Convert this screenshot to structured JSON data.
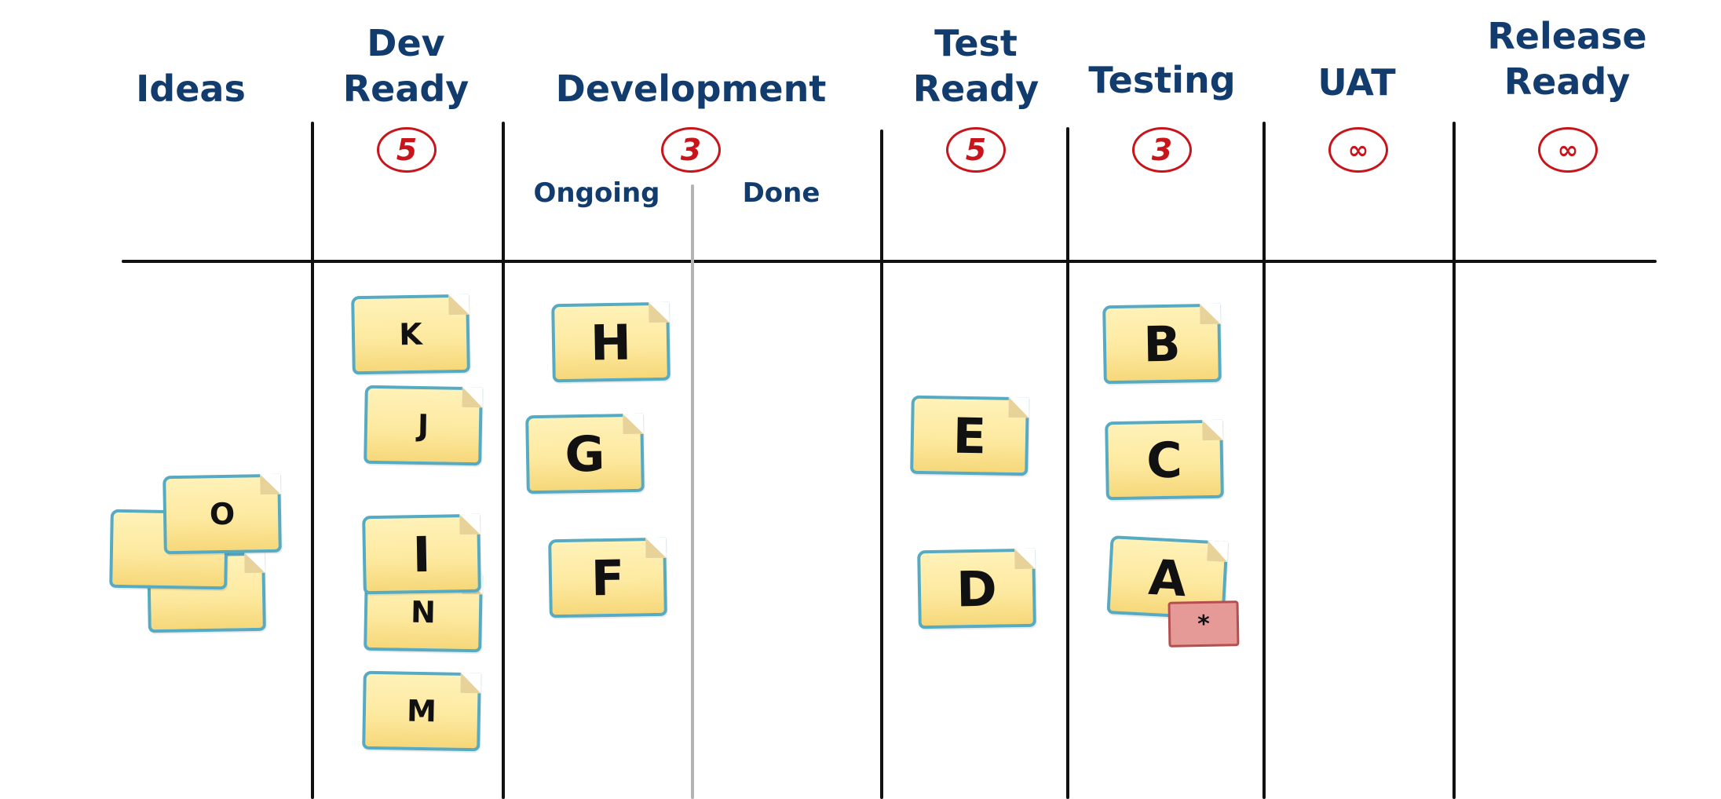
{
  "columns": {
    "ideas": {
      "title": "Ideas"
    },
    "dev_ready": {
      "title": "Dev\nReady",
      "wip": "5"
    },
    "development": {
      "title": "Development",
      "wip": "3",
      "sub": {
        "ongoing": "Ongoing",
        "done": "Done"
      }
    },
    "test_ready": {
      "title": "Test\nReady",
      "wip": "5"
    },
    "testing": {
      "title": "Testing",
      "wip": "3"
    },
    "uat": {
      "title": "UAT",
      "wip": "∞"
    },
    "release_ready": {
      "title": "Release\nReady",
      "wip": "∞"
    }
  },
  "cards": {
    "ideas": [
      "",
      "",
      "O"
    ],
    "dev_ready": [
      "K",
      "J",
      "I",
      "N",
      "M"
    ],
    "development_ongoing": [
      "H",
      "G",
      "F"
    ],
    "test_ready": [
      "E",
      "D"
    ],
    "testing": [
      "B",
      "C",
      "A"
    ]
  },
  "blocker": {
    "label": "*"
  },
  "colors": {
    "heading": "#123c6e",
    "wip": "#c8151b",
    "note_fill": "#fde9a0",
    "note_border": "#56aac2",
    "blocker_fill": "#e59a98"
  }
}
